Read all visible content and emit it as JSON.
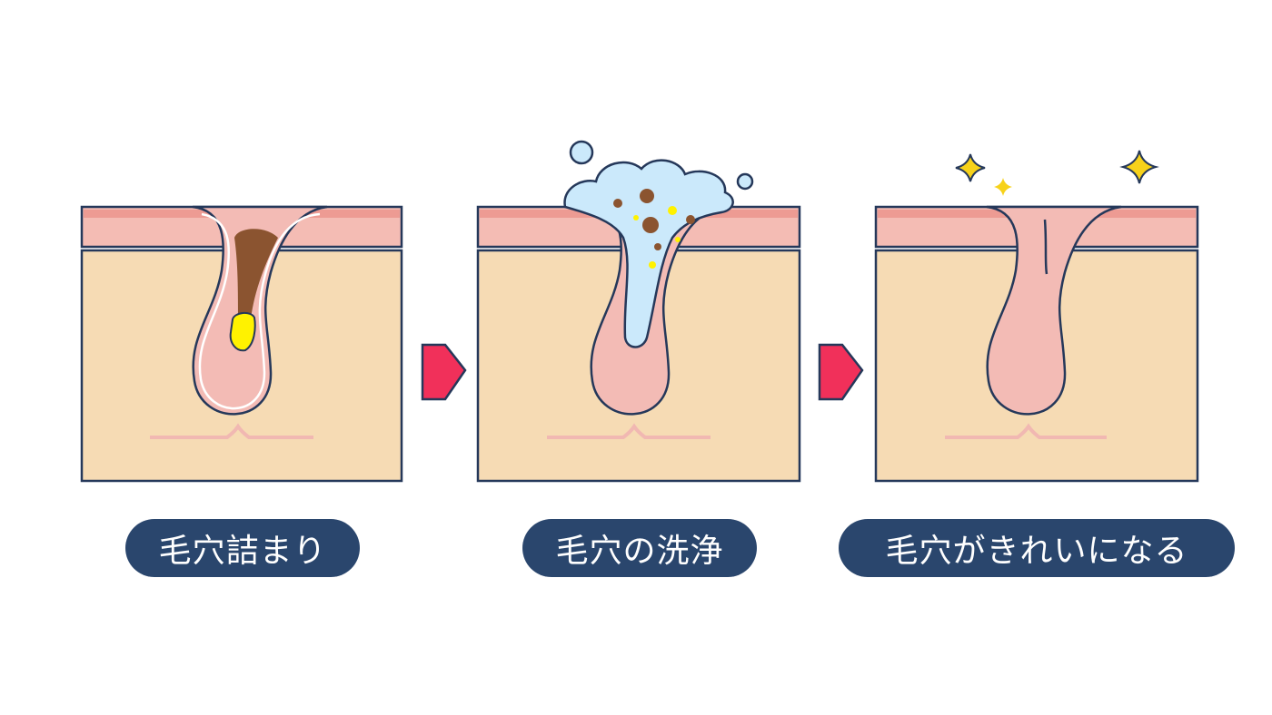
{
  "colors": {
    "outline": "#25385a",
    "epidermis": "#f4bcb4",
    "epidermis_stripe": "#ed9b93",
    "dermis": "#f6dbb4",
    "follicle": "#f3bbb5",
    "sebum": "#8b5430",
    "plug_core": "#fff200",
    "foam": "#cbe9fb",
    "arrow": "#f1305a",
    "sparkle": "#f7d21a",
    "pill": "#2a466d"
  },
  "panels": [
    {
      "id": "clogged",
      "caption": "毛穴詰まり"
    },
    {
      "id": "cleansing",
      "caption": "毛穴の洗浄"
    },
    {
      "id": "clean",
      "caption": "毛穴がきれいになる"
    }
  ],
  "icons": {
    "step_arrow": "arrow-right-icon",
    "sparkle": "sparkle-icon",
    "bubble": "bubble-icon"
  }
}
